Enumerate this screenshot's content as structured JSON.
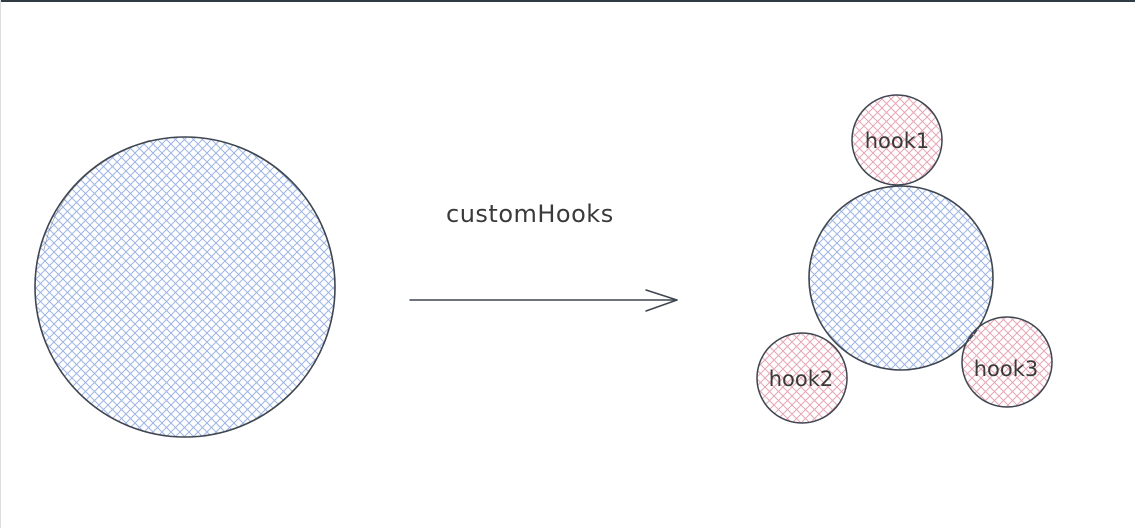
{
  "diagram": {
    "arrow_label": "customHooks",
    "hooks": [
      {
        "label": "hook1"
      },
      {
        "label": "hook2"
      },
      {
        "label": "hook3"
      }
    ]
  },
  "colors": {
    "stroke": "#3f4650",
    "component_hatch": "#9eb5e4",
    "hook_hatch": "#e6a6b5",
    "background": "#ffffff",
    "text": "#3a3a3a"
  }
}
